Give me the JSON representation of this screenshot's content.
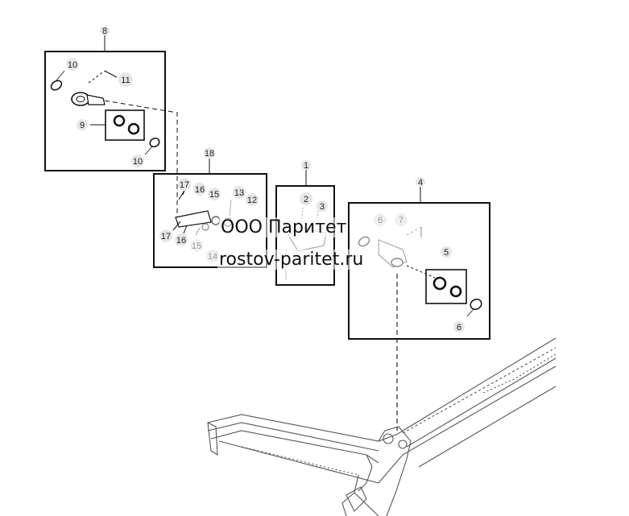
{
  "watermark": {
    "line1": "ООО Паритет",
    "line2": "rostov-paritet.ru"
  },
  "callouts": {
    "c1": "1",
    "c2": "2",
    "c3": "3",
    "c4": "4",
    "c5": "5",
    "c6a": "6",
    "c6b": "6",
    "c7": "7",
    "c8": "8",
    "c9": "9",
    "c10a": "10",
    "c10b": "10",
    "c11": "11",
    "c12": "12",
    "c13": "13",
    "c14": "14",
    "c15a": "15",
    "c15b": "15",
    "c16a": "16",
    "c16b": "16",
    "c17a": "17",
    "c17b": "17",
    "c18": "18"
  },
  "colors": {
    "line": "#111111",
    "badge": "#e6e6e6",
    "faded": "#b5b5b5"
  }
}
